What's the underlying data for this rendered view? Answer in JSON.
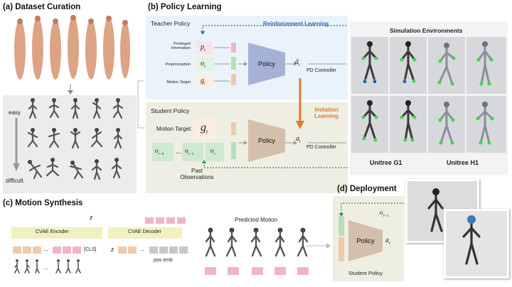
{
  "sections": {
    "dataset": "(a) Dataset Curation",
    "policy": "(b) Policy Learning",
    "synthesis": "(c) Motion Synthesis",
    "deployment": "(d) Deployment"
  },
  "dataset": {
    "easy": "easy",
    "difficult": "difficult"
  },
  "teacher": {
    "title": "Teacher Policy",
    "rl_label": "Reinforcement Learning",
    "inputs": [
      "Privileged Information",
      "Proprioception",
      "Motion Target"
    ],
    "symbols": [
      "p",
      "o",
      "g"
    ],
    "subscript": "t",
    "policy_label": "Policy",
    "output": "â",
    "controller": "PD Controller"
  },
  "student": {
    "title": "Student Policy",
    "motion_target": "Motion Target",
    "goal_symbol": "g",
    "past_obs": "Past Observations",
    "obs_cells": [
      "o",
      "o",
      "o"
    ],
    "obs_subs": [
      "t−h",
      "t−1",
      "t"
    ],
    "ellipsis": "...",
    "policy_label": "Policy",
    "output": "a",
    "controller": "PD Controller",
    "il_label": "Imitation Learning"
  },
  "simulation": {
    "title": "Simulation Environments",
    "robots": [
      "Unitree G1",
      "Unitree H1"
    ]
  },
  "synthesis": {
    "z_label": "z",
    "encoder": "CVAE Encoder",
    "decoder": "CVAE Decoder",
    "cls": "[CLS]",
    "pos_emb": "pos emb",
    "ellipsis": "...",
    "predicted": "Predicted Motion"
  },
  "deployment": {
    "obs": "o",
    "obs_sub": "t+1",
    "policy_label": "Policy",
    "output": "a",
    "caption": "Student Policy"
  },
  "colors": {
    "teacher_bg": "#eaf3fa",
    "student_bg": "#eeeee3",
    "teacher_policy": "#a6b1d6",
    "student_policy": "#d4bfab",
    "rl_blue": "#3366aa",
    "il_orange": "#e07a2e",
    "pink": "#f2b3c9",
    "peach": "#f1c9a8",
    "green": "#b7ddbb",
    "grey": "#c7c7c7",
    "cvae": "#f2efc2"
  }
}
